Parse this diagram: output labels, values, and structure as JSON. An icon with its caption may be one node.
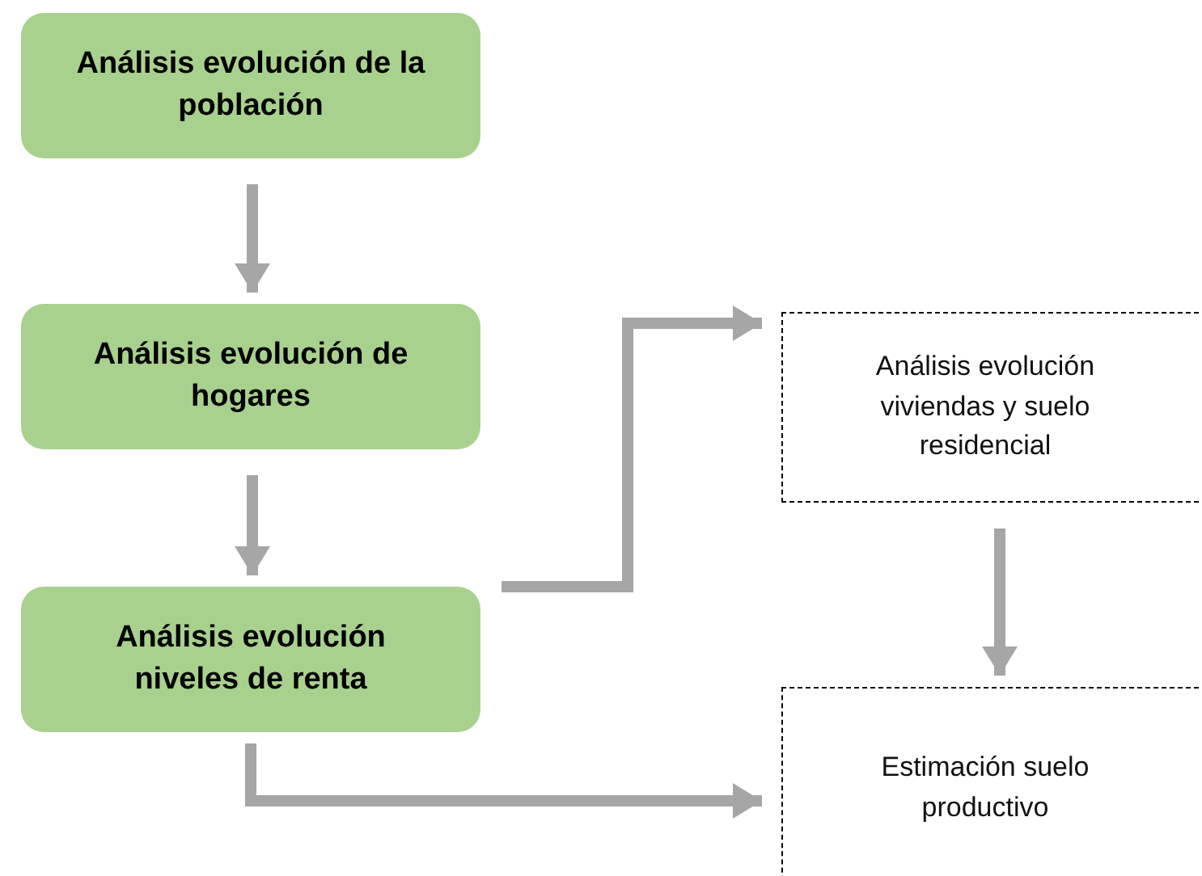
{
  "diagram": {
    "nodes": [
      {
        "text": [
          "Análisis evolución de la población"
        ]
      },
      {
        "text": [
          "Análisis evolución de hogares"
        ]
      },
      {
        "text": [
          "Análisis evolución niveles de renta"
        ]
      },
      {
        "text": [
          "Análisis evolución viviendas y suelo residencial"
        ]
      },
      {
        "text": [
          "Estimación suelo productivo"
        ]
      }
    ],
    "edges": [
      {
        "from": 0,
        "to": 1,
        "arrow": "to"
      },
      {
        "from": 1,
        "to": 2,
        "arrow": "to"
      },
      {
        "from": 2,
        "to": 3,
        "arrow": "to"
      },
      {
        "from": 2,
        "to": 4,
        "arrow": "to"
      },
      {
        "from": 3,
        "to": 4,
        "arrow": "to"
      }
    ]
  }
}
